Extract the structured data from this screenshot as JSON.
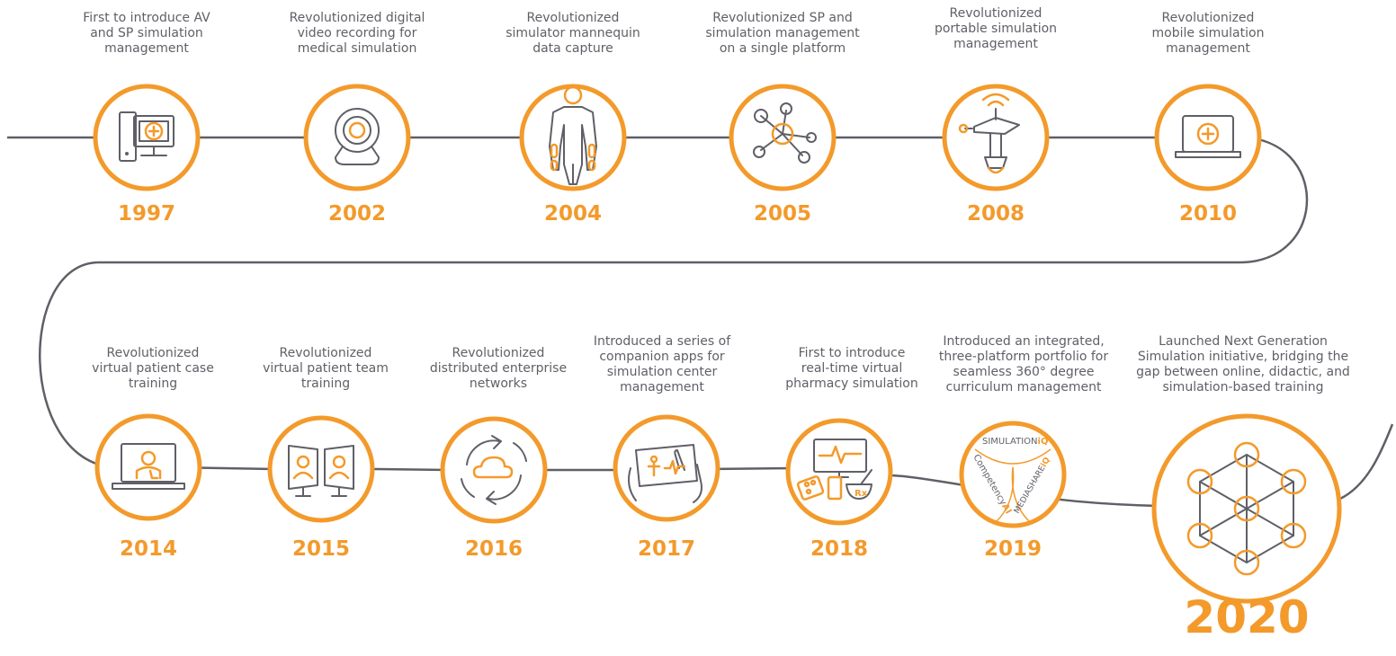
{
  "colors": {
    "orange": "#f39a2b",
    "gray": "#5f5f67",
    "background": "#ffffff"
  },
  "milestones": [
    {
      "year": "1997",
      "text": "First to introduce AV\nand SP simulation\nmanagement",
      "icon": "desktop-computer-icon"
    },
    {
      "year": "2002",
      "text": "Revolutionized digital\nvideo recording for\nmedical simulation",
      "icon": "webcam-icon"
    },
    {
      "year": "2004",
      "text": "Revolutionized\nsimulator mannequin\ndata capture",
      "icon": "mannequin-icon"
    },
    {
      "year": "2005",
      "text": "Revolutionized SP and\nsimulation management\non a single platform",
      "icon": "network-nodes-icon"
    },
    {
      "year": "2008",
      "text": "Revolutionized\nportable simulation\nmanagement",
      "icon": "portable-camera-icon"
    },
    {
      "year": "2010",
      "text": "Revolutionized\nmobile simulation\nmanagement",
      "icon": "laptop-icon"
    },
    {
      "year": "2014",
      "text": "Revolutionized\nvirtual patient case\ntraining",
      "icon": "virtual-patient-laptop-icon"
    },
    {
      "year": "2015",
      "text": "Revolutionized\nvirtual patient team\ntraining",
      "icon": "dual-monitor-team-icon"
    },
    {
      "year": "2016",
      "text": "Revolutionized\ndistributed enterprise\nnetworks",
      "icon": "cloud-sync-icon"
    },
    {
      "year": "2017",
      "text": "Introduced a series of\ncompanion apps for\nsimulation center\nmanagement",
      "icon": "tablet-app-icon"
    },
    {
      "year": "2018",
      "text": "First to introduce\nreal-time virtual\npharmacy simulation",
      "icon": "pharmacy-icon"
    },
    {
      "year": "2019",
      "text": "Introduced an integrated,\nthree-platform portfolio for\nseamless 360° degree\ncurriculum management",
      "icon": "three-platform-portfolio-icon",
      "logo_text": [
        "SIMULATION",
        "iQ",
        "Competency",
        "AI",
        "MEDIASHARE",
        "iQ"
      ]
    },
    {
      "year": "2020",
      "text": "Launched Next Generation\nSimulation initiative, bridging the\ngap between online, didactic, and\nsimulation-based training",
      "icon": "hexagon-network-icon"
    }
  ]
}
